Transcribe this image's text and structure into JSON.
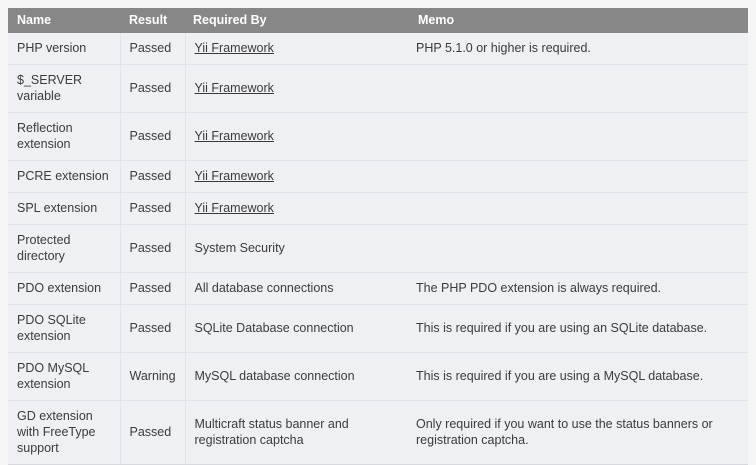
{
  "theme": {
    "page_background": "#f5f5f5",
    "header_background": "#878787",
    "header_text": "#ffffff",
    "row_background": "#eff0f4",
    "row_text": "#3b3b3b",
    "passed_background": "#5cb85c",
    "passed_text": "#ffffff",
    "warning_background": "#faf8c8",
    "warning_text": "#3b3b3b",
    "link_color": "#3b3b3b"
  },
  "table": {
    "columns": [
      {
        "key": "name",
        "label": "Name"
      },
      {
        "key": "result",
        "label": "Result"
      },
      {
        "key": "reqby",
        "label": "Required By"
      },
      {
        "key": "memo",
        "label": "Memo"
      }
    ],
    "rows": [
      {
        "name": "PHP version",
        "result": "Passed",
        "status": "passed",
        "required_by": "Yii Framework",
        "required_by_is_link": true,
        "memo": "PHP 5.1.0 or higher is required."
      },
      {
        "name": "$_SERVER variable",
        "result": "Passed",
        "status": "passed",
        "required_by": "Yii Framework",
        "required_by_is_link": true,
        "memo": ""
      },
      {
        "name": "Reflection extension",
        "result": "Passed",
        "status": "passed",
        "required_by": "Yii Framework",
        "required_by_is_link": true,
        "memo": ""
      },
      {
        "name": "PCRE extension",
        "result": "Passed",
        "status": "passed",
        "required_by": "Yii Framework",
        "required_by_is_link": true,
        "memo": ""
      },
      {
        "name": "SPL extension",
        "result": "Passed",
        "status": "passed",
        "required_by": "Yii Framework",
        "required_by_is_link": true,
        "memo": ""
      },
      {
        "name": "Protected directory",
        "result": "Passed",
        "status": "passed",
        "required_by": "System Security",
        "required_by_is_link": false,
        "memo": ""
      },
      {
        "name": "PDO extension",
        "result": "Passed",
        "status": "passed",
        "required_by": "All database connections",
        "required_by_is_link": false,
        "memo": "The PHP PDO extension is always required."
      },
      {
        "name": "PDO SQLite extension",
        "result": "Passed",
        "status": "passed",
        "required_by": "SQLite Database connection",
        "required_by_is_link": false,
        "memo": "This is required if you are using an SQLite database."
      },
      {
        "name": "PDO MySQL extension",
        "result": "Warning",
        "status": "warning",
        "required_by": "MySQL database connection",
        "required_by_is_link": false,
        "memo": "This is required if you are using a MySQL database."
      },
      {
        "name": "GD extension with FreeType support",
        "result": "Passed",
        "status": "passed",
        "required_by": "Multicraft status banner and registration captcha",
        "required_by_is_link": false,
        "memo": "Only required if you want to use the status banners or registration captcha."
      }
    ]
  }
}
